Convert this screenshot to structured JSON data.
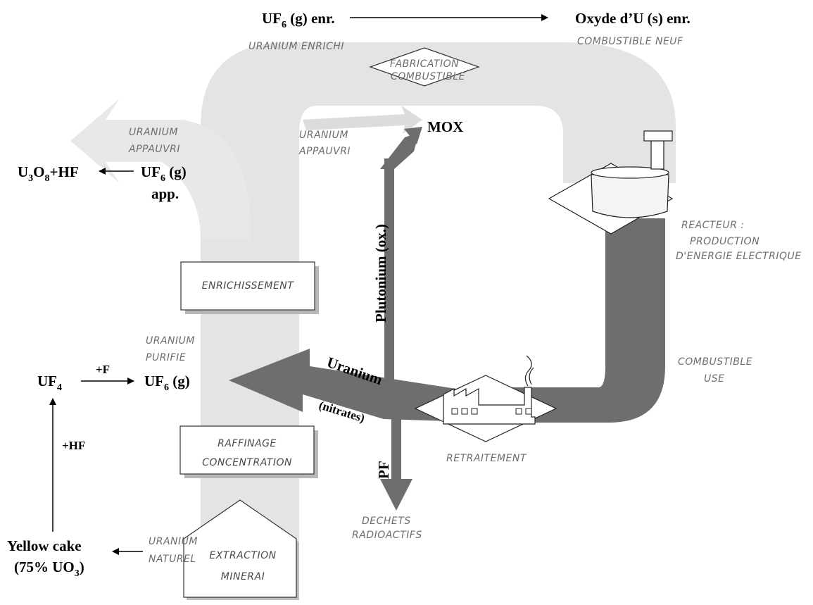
{
  "top": {
    "uf6_enr": "UF",
    "uf6_enr_sub": "6",
    "uf6_enr_rest": " (g) enr.",
    "oxyde": "Oxyde d’U (s) enr."
  },
  "flows": {
    "uranium_enrichi": "URANIUM ENRICHI",
    "combustible_neuf": "COMBUSTIBLE NEUF",
    "uranium_appauvri_1": "URANIUM",
    "uranium_appauvri_2": "APPAUVRI",
    "uranium_appauvri_b1": "URANIUM",
    "uranium_appauvri_b2": "APPAUVRI",
    "uranium_purifie_1": "URANIUM",
    "uranium_purifie_2": "PURIFIE",
    "uranium_naturel_1": "URANIUM",
    "uranium_naturel_2": "NATUREL",
    "combustible_use_1": "COMBUSTIBLE",
    "combustible_use_2": "USE",
    "dechets_1": "DECHETS",
    "dechets_2": "RADIOACTIFS"
  },
  "steps": {
    "fabrication_1": "FABRICATION",
    "fabrication_2": "COMBUSTIBLE",
    "reacteur_1": "REACTEUR :",
    "reacteur_2": "PRODUCTION",
    "reacteur_3": "D'ENERGIE ELECTRIQUE",
    "enrichissement": "ENRICHISSEMENT",
    "raffinage_1": "RAFFINAGE",
    "raffinage_2": "CONCENTRATION",
    "retraitement": "RETRAITEMENT",
    "extraction_1": "EXTRACTION",
    "extraction_2": "MINERAI"
  },
  "chem": {
    "mox": "MOX",
    "u3o8_u": "U",
    "u3o8_3": "3",
    "u3o8_o": "O",
    "u3o8_8": "8",
    "u3o8_hf": "+HF",
    "uf6_app_uf": "UF",
    "uf6_app_6": "6",
    "uf6_app_g": " (g)",
    "uf6_app_app": "app.",
    "plutonium": "Plutonium (ox.)",
    "uranium": "Uranium",
    "nitrates": "(nitrates)",
    "pf": "PF",
    "uf4_uf": "UF",
    "uf4_4": "4",
    "plus_f": "+F",
    "uf6g_uf": "UF",
    "uf6g_6": "6",
    "uf6g_g": " (g)",
    "plus_hf": "+HF",
    "yellow_1": "Yellow cake",
    "yellow_2a": "(75% UO",
    "yellow_2b": "3",
    "yellow_2c": ")"
  }
}
